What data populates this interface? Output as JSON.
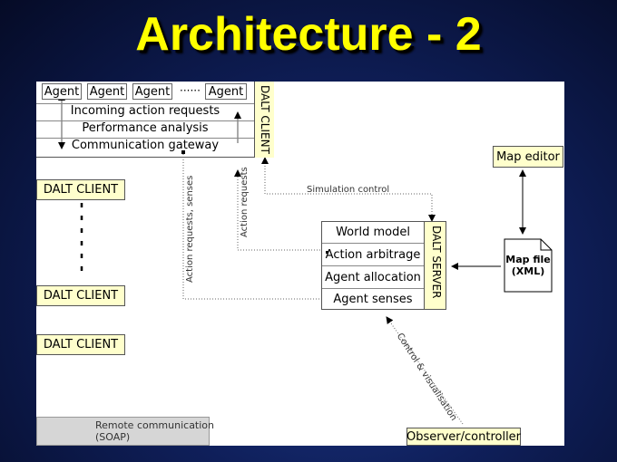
{
  "title": "Architecture - 2",
  "client_panel": {
    "agents": [
      "Agent",
      "Agent",
      "Agent",
      "Agent"
    ],
    "ellipsis": "······",
    "rows": [
      "Incoming action requests",
      "Performance analysis",
      "Communication gateway"
    ],
    "vertical_label": "DALT CLIENT"
  },
  "left_clients": [
    "DALT CLIENT",
    "DALT CLIENT",
    "DALT CLIENT"
  ],
  "server_panel": {
    "rows": [
      "World model",
      "Action arbitrage",
      "Agent allocation",
      "Agent senses"
    ],
    "vertical_label": "DALT SERVER"
  },
  "labels": {
    "simulation_control": "Simulation control",
    "action_requests_senses": "Action requests, senses",
    "action_requests": "Action requests",
    "control_visualisation": "Control & visualisation"
  },
  "map_editor": "Map editor",
  "map_file": [
    "Map file",
    "(XML)"
  ],
  "observer": "Observer/controller",
  "legend": {
    "text_line1": "Remote communication",
    "text_line2": "(SOAP)"
  }
}
